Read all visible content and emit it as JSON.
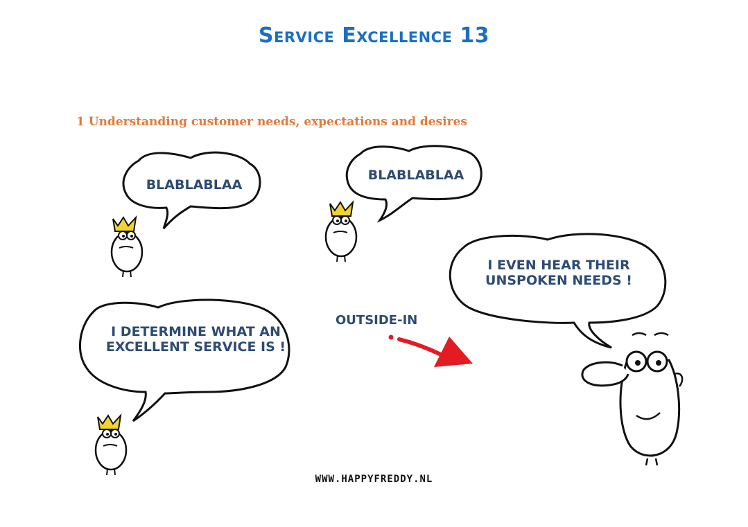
{
  "page": {
    "title": "Service Excellence 13",
    "subtitle": "1 Understanding customer needs, expectations and desires",
    "footer": "www.happyfreddy.nl"
  },
  "bubbles": {
    "left_top": "Blablablaa",
    "middle_top": "Blablablaa",
    "left_bottom": "I determine what an excellent service is !",
    "right": "I even hear their unspoken needs !"
  },
  "arrow": {
    "label": "Outside-in",
    "color": "#e31b23"
  },
  "colors": {
    "title": "#1a6fc4",
    "subtitle": "#e07a3a",
    "bubble_text": "#2d4b73",
    "crown": "#f2d431"
  }
}
